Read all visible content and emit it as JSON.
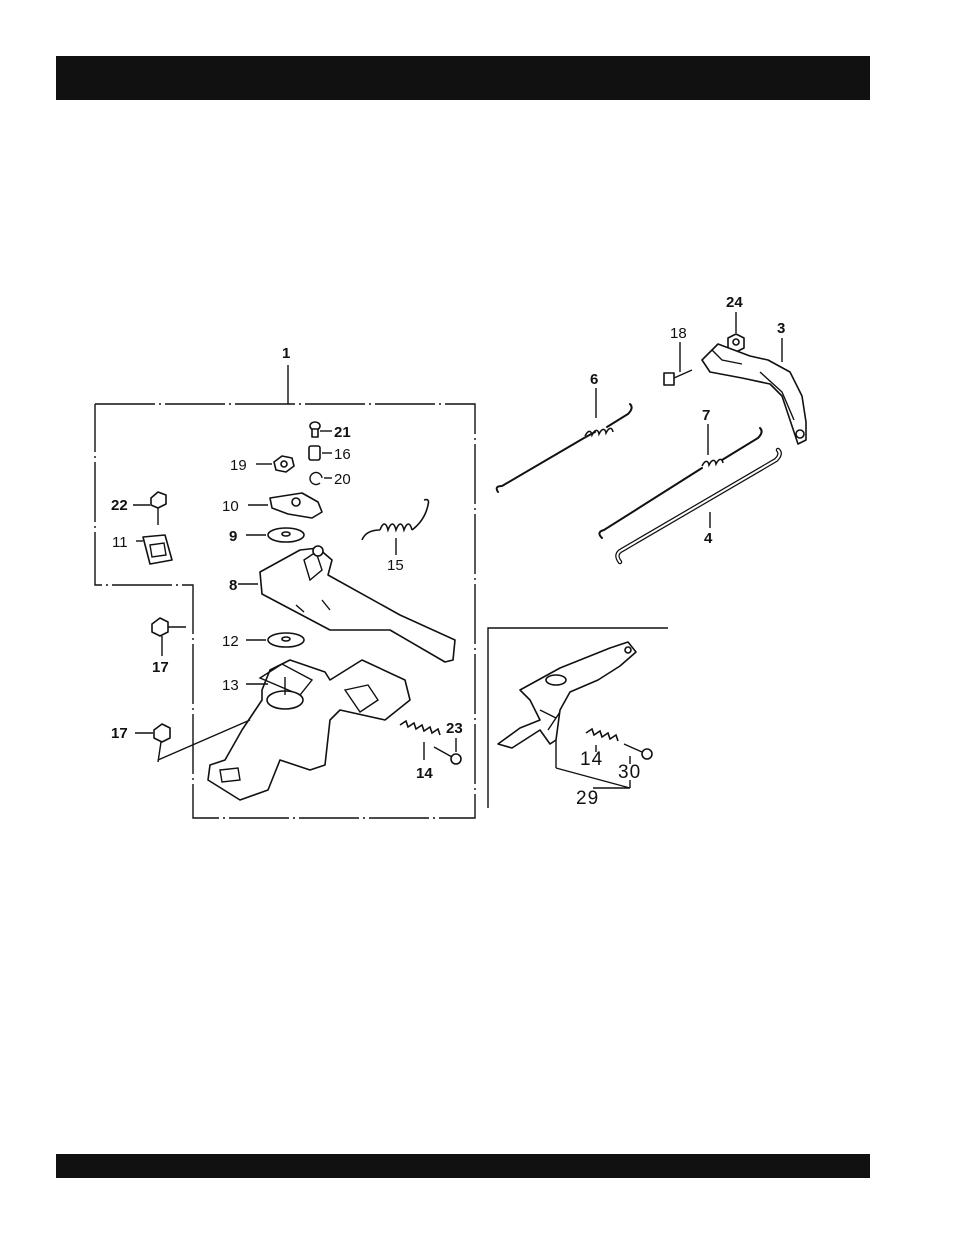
{
  "diagram": {
    "callouts": {
      "p1": "1",
      "p3": "3",
      "p4": "4",
      "p6": "6",
      "p7": "7",
      "p8": "8",
      "p9": "9",
      "p10": "10",
      "p11": "11",
      "p12": "12",
      "p13": "13",
      "p14a": "14",
      "p14b": "14",
      "p15": "15",
      "p16": "16",
      "p17a": "17",
      "p17b": "17",
      "p18": "18",
      "p19": "19",
      "p20": "20",
      "p21": "21",
      "p22": "22",
      "p23": "23",
      "p24": "24",
      "p29": "29",
      "p30": "30"
    }
  }
}
